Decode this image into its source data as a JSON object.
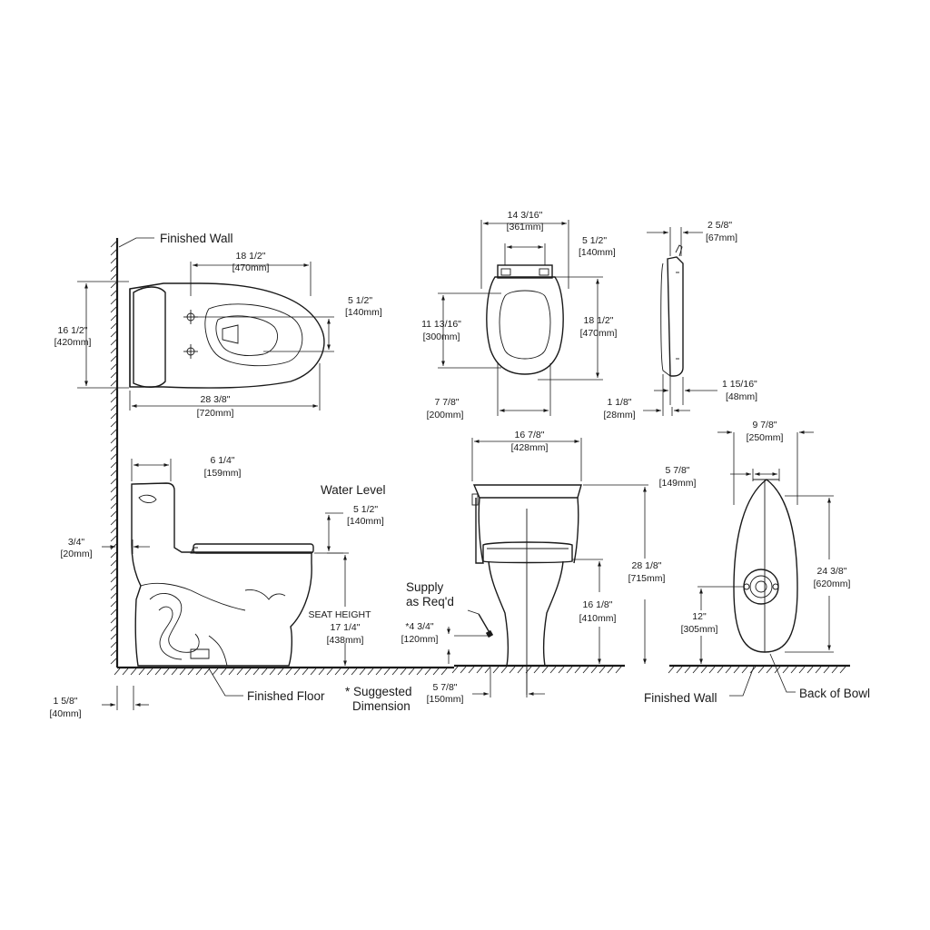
{
  "labels": {
    "finished_wall_top": "Finished Wall",
    "water_level": "Water Level",
    "finished_floor": "Finished Floor",
    "suggested_1": "* Suggested",
    "suggested_2": "Dimension",
    "supply_1": "Supply",
    "supply_2": "as Req'd",
    "finished_wall_bottom": "Finished Wall",
    "back_of_bowl": "Back of Bowl",
    "seat_height": "SEAT HEIGHT"
  },
  "dimensions": {
    "d18_1_2_top": {
      "in": "18 1/2\"",
      "mm": "[470mm]"
    },
    "d16_1_2": {
      "in": "16 1/2\"",
      "mm": "[420mm]"
    },
    "d5_1_2_top": {
      "in": "5 1/2\"",
      "mm": "[140mm]"
    },
    "d28_3_8": {
      "in": "28 3/8\"",
      "mm": "[720mm]"
    },
    "d14_3_16": {
      "in": "14 3/16\"",
      "mm": "[361mm]"
    },
    "d5_1_2_seat": {
      "in": "5 1/2\"",
      "mm": "[140mm]"
    },
    "d11_13_16": {
      "in": "11 13/16\"",
      "mm": "[300mm]"
    },
    "d18_1_2_seat": {
      "in": "18 1/2\"",
      "mm": "[470mm]"
    },
    "d7_7_8": {
      "in": "7 7/8\"",
      "mm": "[200mm]"
    },
    "d2_5_8": {
      "in": "2 5/8\"",
      "mm": "[67mm]"
    },
    "d1_15_16": {
      "in": "1 15/16\"",
      "mm": "[48mm]"
    },
    "d1_1_8": {
      "in": "1 1/8\"",
      "mm": "[28mm]"
    },
    "d6_1_4": {
      "in": "6 1/4\"",
      "mm": "[159mm]"
    },
    "d5_1_2_water": {
      "in": "5 1/2\"",
      "mm": "[140mm]"
    },
    "d3_4": {
      "in": "3/4\"",
      "mm": "[20mm]"
    },
    "d17_1_4": {
      "in": "17 1/4\"",
      "mm": "[438mm]"
    },
    "d1_5_8": {
      "in": "1 5/8\"",
      "mm": "[40mm]"
    },
    "d16_7_8": {
      "in": "16 7/8\"",
      "mm": "[428mm]"
    },
    "d28_1_8": {
      "in": "28 1/8\"",
      "mm": "[715mm]"
    },
    "d16_1_8": {
      "in": "16 1/8\"",
      "mm": "[410mm]"
    },
    "d4_3_4": {
      "in": "*4 3/4\"",
      "mm": "[120mm]"
    },
    "d5_7_8_front": {
      "in": "5 7/8\"",
      "mm": "[150mm]"
    },
    "d9_7_8": {
      "in": "9 7/8\"",
      "mm": "[250mm]"
    },
    "d5_7_8_back": {
      "in": "5 7/8\"",
      "mm": "[149mm]"
    },
    "d24_3_8": {
      "in": "24 3/8\"",
      "mm": "[620mm]"
    },
    "d12": {
      "in": "12\"",
      "mm": "[305mm]"
    }
  }
}
